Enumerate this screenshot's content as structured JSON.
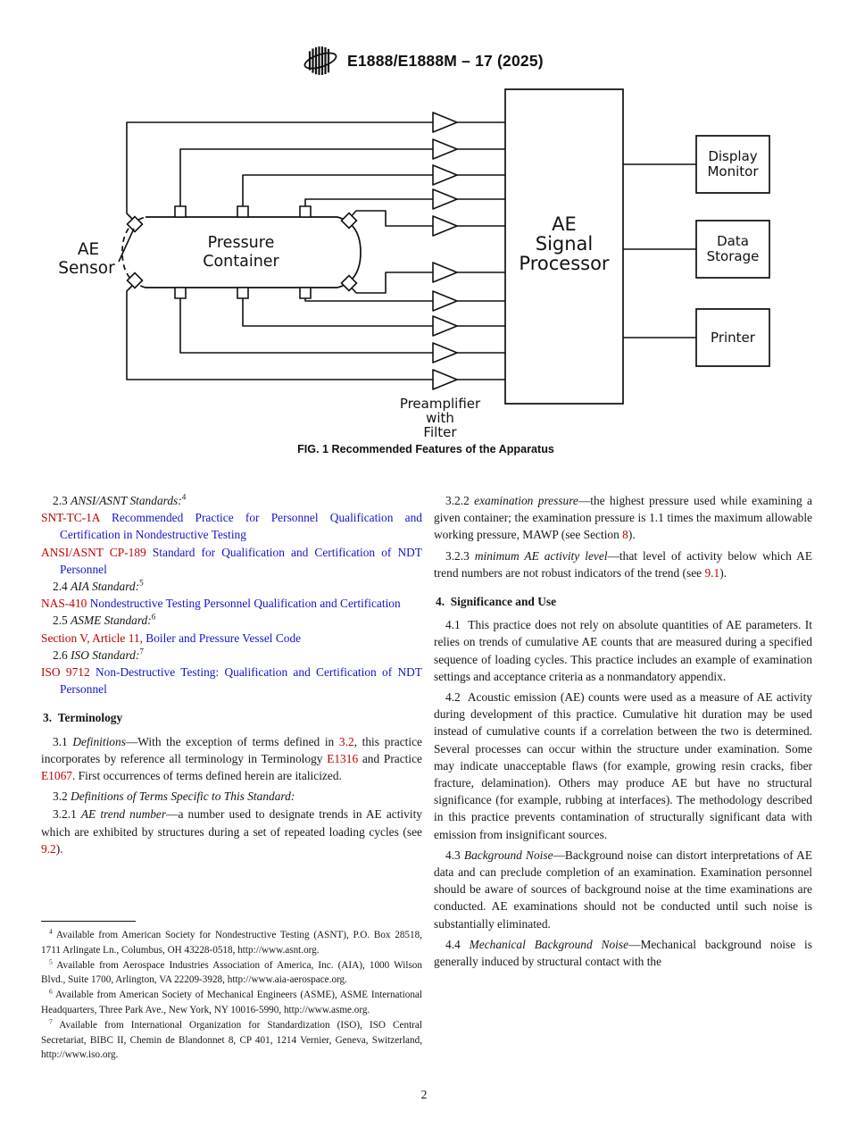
{
  "colors": {
    "red": "#c00000",
    "blue": "#1414c8"
  },
  "header": {
    "designation": "E1888/E1888M – 17 (2025)"
  },
  "figure": {
    "caption": "FIG. 1 Recommended Features of the Apparatus",
    "labels": {
      "ae_sensor": [
        "AE",
        "Sensor"
      ],
      "pressure_container": [
        "Pressure",
        "Container"
      ],
      "processor": [
        "AE",
        "Signal",
        "Processor"
      ],
      "display_monitor": [
        "Display",
        "Monitor"
      ],
      "data_storage": [
        "Data",
        "Storage"
      ],
      "printer": "Printer",
      "preamplifier": [
        "Preamplifier",
        "with",
        "Filter"
      ]
    }
  },
  "left": [
    {
      "segs": [
        {
          "t": "2.3 "
        },
        {
          "t": "ANSI/ASNT Standards:",
          "s": "i"
        },
        {
          "t": "4",
          "s": "sup"
        }
      ]
    },
    {
      "segs": [
        {
          "t": "SNT-TC-1A ",
          "s": "r"
        },
        {
          "t": "Recommended Practice for Personnel Qualification and Certification in Nondestructive Testing",
          "s": "b"
        }
      ]
    },
    {
      "segs": [
        {
          "t": "ANSI/ASNT CP-189 ",
          "s": "r"
        },
        {
          "t": "Standard for Qualification and Certification of NDT Personnel",
          "s": "b"
        }
      ]
    },
    {
      "segs": [
        {
          "t": "2.4 "
        },
        {
          "t": "AIA Standard:",
          "s": "i"
        },
        {
          "t": "5",
          "s": "sup"
        }
      ]
    },
    {
      "segs": [
        {
          "t": "NAS-410 ",
          "s": "r"
        },
        {
          "t": "Nondestructive Testing Personnel Qualification and Certification",
          "s": "b"
        }
      ]
    },
    {
      "segs": [
        {
          "t": "2.5 "
        },
        {
          "t": "ASME Standard:",
          "s": "i"
        },
        {
          "t": "6",
          "s": "sup"
        }
      ]
    },
    {
      "segs": [
        {
          "t": "Section V, Article 11, ",
          "s": "r"
        },
        {
          "t": "Boiler and Pressure Vessel Code",
          "s": "b"
        }
      ]
    },
    {
      "segs": [
        {
          "t": "2.6 "
        },
        {
          "t": "ISO Standard:",
          "s": "i"
        },
        {
          "t": "7",
          "s": "sup"
        }
      ]
    },
    {
      "segs": [
        {
          "t": "ISO 9712 ",
          "s": "r"
        },
        {
          "t": "Non-Destructive Testing: Qualification and Certification of NDT Personnel",
          "s": "b"
        }
      ]
    },
    {
      "segs": [
        {
          "t": "3.  Terminology"
        }
      ]
    },
    {
      "segs": [
        {
          "t": "3.1 "
        },
        {
          "t": "Definitions",
          "s": "i"
        },
        {
          "t": "—With the exception of terms defined in "
        },
        {
          "t": "3.2",
          "s": "r"
        },
        {
          "t": ", this practice incorporates by reference all terminology in Terminology "
        },
        {
          "t": "E1316",
          "s": "r"
        },
        {
          "t": " and Practice "
        },
        {
          "t": "E1067",
          "s": "r"
        },
        {
          "t": ". First occurrences of terms defined herein are italicized."
        }
      ]
    },
    {
      "segs": [
        {
          "t": "3.2 "
        },
        {
          "t": "Definitions of Terms Specific to This Standard:",
          "s": "i"
        }
      ]
    },
    {
      "segs": [
        {
          "t": "3.2.1 "
        },
        {
          "t": "AE trend number",
          "s": "i"
        },
        {
          "t": "—a number used to designate trends in AE activity which are exhibited by structures during a set of repeated loading cycles (see "
        },
        {
          "t": "9.2",
          "s": "r"
        },
        {
          "t": ")."
        }
      ]
    }
  ],
  "right": [
    {
      "segs": [
        {
          "t": "3.2.2 "
        },
        {
          "t": "examination pressure",
          "s": "i"
        },
        {
          "t": "—the highest pressure used while examining a given container; the examination pressure is 1.1 times the maximum allowable working pressure, MAWP (see Section "
        },
        {
          "t": "8",
          "s": "r"
        },
        {
          "t": ")."
        }
      ]
    },
    {
      "segs": [
        {
          "t": "3.2.3 "
        },
        {
          "t": "minimum AE activity level",
          "s": "i"
        },
        {
          "t": "—that level of activity below which AE trend numbers are not robust indicators of the trend (see "
        },
        {
          "t": "9.1",
          "s": "r"
        },
        {
          "t": ")."
        }
      ]
    },
    {
      "segs": [
        {
          "t": "4.  Significance and Use"
        }
      ]
    },
    {
      "segs": [
        {
          "t": "4.1  This practice does not rely on absolute quantities of AE parameters. It relies on trends of cumulative AE counts that are measured during a specified sequence of loading cycles. This practice includes an example of examination settings and acceptance criteria as a nonmandatory appendix."
        }
      ]
    },
    {
      "segs": [
        {
          "t": "4.2  Acoustic emission (AE) counts were used as a measure of AE activity during development of this practice. Cumulative hit duration may be used instead of cumulative counts if a correlation between the two is determined. Several processes can occur within the structure under examination. Some may indicate unacceptable flaws (for example, growing resin cracks, fiber fracture, delamination). Others may produce AE but have no structural significance (for example, rubbing at interfaces). The methodology described in this practice prevents contamination of structurally significant data with emission from insignificant sources."
        }
      ]
    },
    {
      "segs": [
        {
          "t": "4.3 "
        },
        {
          "t": "Background Noise",
          "s": "i"
        },
        {
          "t": "—Background noise can distort interpretations of AE data and can preclude completion of an examination. Examination personnel should be aware of sources of background noise at the time examinations are conducted. AE examinations should not be conducted until such noise is substantially eliminated."
        }
      ]
    },
    {
      "segs": [
        {
          "t": "4.4 "
        },
        {
          "t": "Mechanical Background Noise",
          "s": "i"
        },
        {
          "t": "—Mechanical background noise is generally induced by structural contact with the"
        }
      ]
    }
  ],
  "footnotes": [
    {
      "segs": [
        {
          "t": "4",
          "s": "sup"
        },
        {
          "t": " Available from American Society for Nondestructive Testing (ASNT), P.O. Box 28518, 1711 Arlingate Ln., Columbus, OH 43228-0518, http://www.asnt.org."
        }
      ]
    },
    {
      "segs": [
        {
          "t": "5",
          "s": "sup"
        },
        {
          "t": " Available from Aerospace Industries Association of America, Inc. (AIA), 1000 Wilson Blvd., Suite 1700, Arlington, VA 22209-3928, http://www.aia-aerospace.org."
        }
      ]
    },
    {
      "segs": [
        {
          "t": "6",
          "s": "sup"
        },
        {
          "t": " Available from American Society of Mechanical Engineers (ASME), ASME International Headquarters, Three Park Ave., New York, NY 10016-5990, http://www.asme.org."
        }
      ]
    },
    {
      "segs": [
        {
          "t": "7",
          "s": "sup"
        },
        {
          "t": " Available from International Organization for Standardization (ISO), ISO Central Secretariat, BIBC II, Chemin de Blandonnet 8, CP 401, 1214 Vernier, Geneva, Switzerland, http://www.iso.org."
        }
      ]
    }
  ],
  "page_number": "2"
}
